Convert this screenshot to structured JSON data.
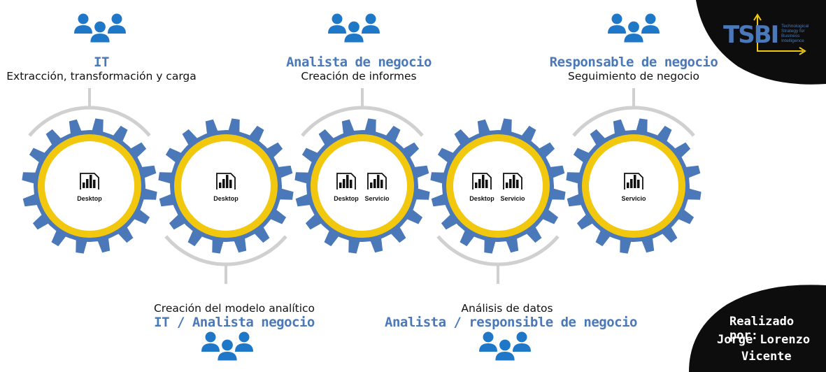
{
  "logo": {
    "letters": "TSBI",
    "subtitle_lines": [
      "Technological",
      "Strategy for",
      "Business",
      "Intelligence"
    ]
  },
  "credits": {
    "line1": "Realizado por:",
    "line2": "Jorge Lorenzo",
    "line3": "Vicente"
  },
  "roles": [
    {
      "title": "IT",
      "desc": "Extracción, transformación y carga"
    },
    {
      "title": "Analista de negocio",
      "desc": "Creación de informes"
    },
    {
      "title": "Responsable de negocio",
      "desc": "Seguimiento de negocio"
    },
    {
      "title": "IT / Analista negocio",
      "desc": "Creación del modelo analítico"
    },
    {
      "title": "Analista / responsible de negocio",
      "desc": "Análisis de datos"
    }
  ],
  "gears": [
    {
      "tools": [
        "Desktop"
      ]
    },
    {
      "tools": [
        "Desktop"
      ]
    },
    {
      "tools": [
        "Desktop",
        "Servicio"
      ]
    },
    {
      "tools": [
        "Desktop",
        "Servicio"
      ]
    },
    {
      "tools": [
        "Servicio"
      ]
    }
  ],
  "colors": {
    "gear_blue": "#4a78b8",
    "ring_yellow": "#f2c80f",
    "people_blue": "#1f77c8",
    "arc_gray": "#d0d0d0",
    "title_blue": "#4a78b8"
  }
}
